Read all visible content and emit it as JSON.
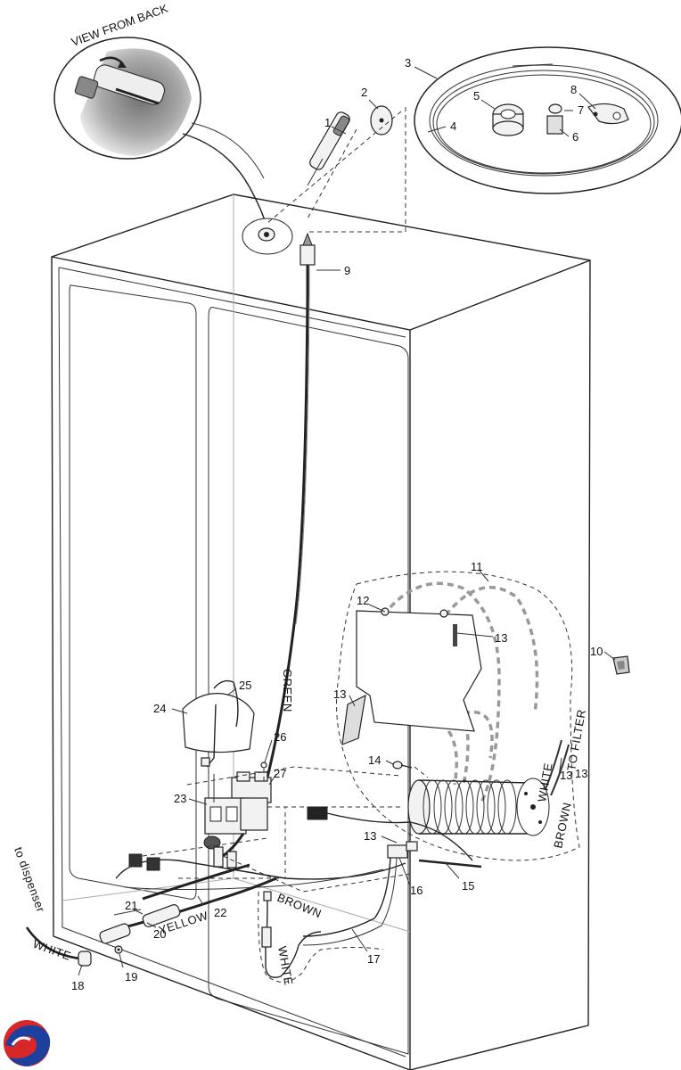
{
  "inset_title": "VIEW FROM BACK",
  "callouts": [
    "1",
    "2",
    "3",
    "4",
    "5",
    "6",
    "7",
    "8",
    "9",
    "10",
    "11",
    "12",
    "13",
    "13",
    "13",
    "13",
    "13",
    "14",
    "15",
    "16",
    "17",
    "18",
    "19",
    "20",
    "21",
    "22",
    "23",
    "24",
    "25",
    "26",
    "27"
  ],
  "wire_labels": {
    "green": "GREEN",
    "yellow": "YELLOW",
    "brown_lower": "BROWN",
    "white_lower": "WHITE",
    "white_right": "WHITE",
    "to_filter": "TO FILTER",
    "brown_right": "BROWN",
    "to_dispenser": "to dispenser",
    "white_dispenser": "WHITE"
  },
  "colors": {
    "line": "#222222",
    "shade": "#999999",
    "logo_red": "#d62828",
    "logo_blue": "#1d3f9e"
  },
  "icons": [
    "brand-logo-icon"
  ]
}
